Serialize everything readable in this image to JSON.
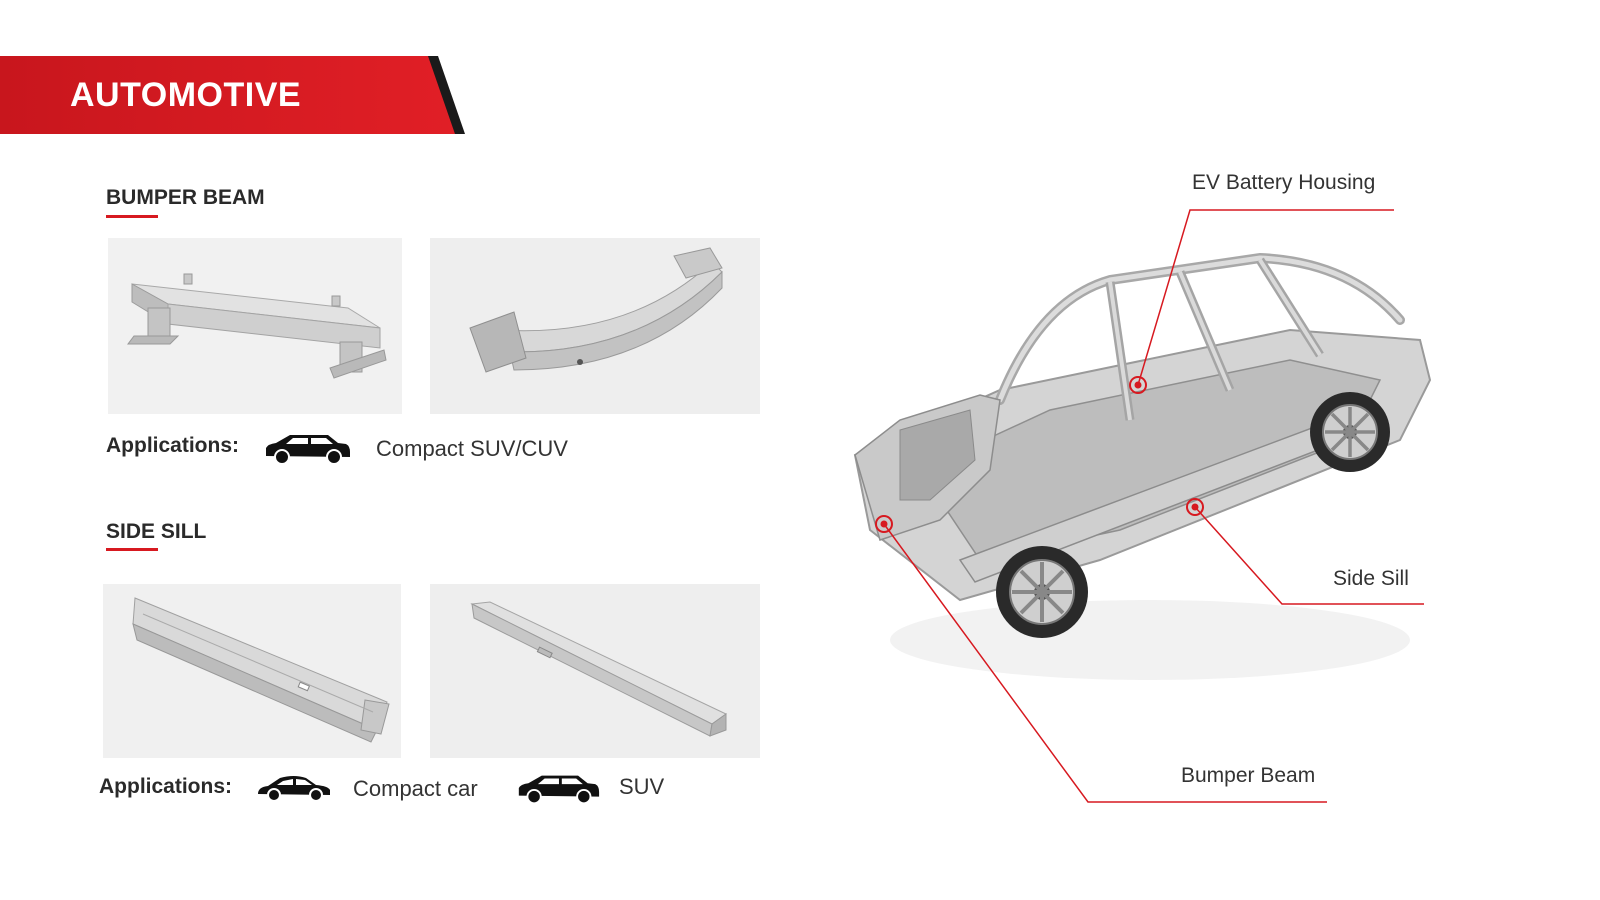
{
  "banner": {
    "title": "AUTOMOTIVE"
  },
  "sections": {
    "bumper": {
      "title": "BUMPER BEAM",
      "applications_label": "Applications:",
      "applications": [
        "Compact SUV/CUV"
      ]
    },
    "sill": {
      "title": "SIDE SILL",
      "applications_label": "Applications:",
      "applications": [
        "Compact car",
        "SUV"
      ]
    }
  },
  "callouts": {
    "battery": "EV Battery Housing",
    "sill": "Side Sill",
    "bumper": "Bumper Beam"
  },
  "colors": {
    "accent": "#d71920",
    "dark": "#222222",
    "photo_bg": "#f0f0f0"
  },
  "icons": [
    "suv-icon",
    "sedan-icon"
  ]
}
